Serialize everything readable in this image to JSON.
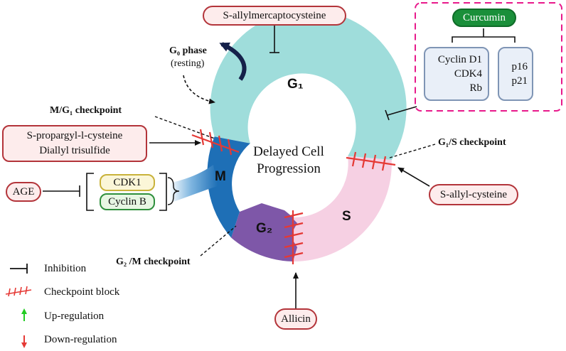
{
  "diagram": {
    "center_title": [
      "Delayed Cell",
      "Progression"
    ],
    "phases": {
      "g1": "G₁",
      "s": "S",
      "g2": "G₂",
      "m": "M"
    },
    "g0": {
      "title": "G₀ phase",
      "subtitle": "(resting)"
    },
    "checkpoints": {
      "m_g1": "M/G₁ checkpoint",
      "g1_s": "G₁/S checkpoint",
      "g2_m": "G₂ /M checkpoint"
    },
    "compounds": {
      "sam": "S-allylmercaptocysteine",
      "spc": [
        "S-propargyl-l-cysteine",
        "Diallyl trisulfide"
      ],
      "sac": "S-allyl-cysteine",
      "allicin": "Allicin",
      "age": "AGE"
    },
    "curcumin": {
      "title": "Curcumin",
      "down": [
        "Cyclin D1",
        "CDK4",
        "Rb"
      ],
      "up": [
        "p16",
        "p21"
      ]
    },
    "cdk_complex": [
      "CDK1",
      "Cyclin B"
    ],
    "legend": {
      "inhibition": "Inhibition",
      "checkpoint_block": "Checkpoint block",
      "up": "Up-regulation",
      "down": "Down-regulation"
    },
    "colors": {
      "g1": "#9fdddb",
      "s": "#f6d0e3",
      "g2": "#7e57a8",
      "m": "#1e6fb6",
      "curcumin_green": "#1a8f3a",
      "hatch_red": "#e53935",
      "dash_magenta": "#e8198b",
      "up_green": "#22cc22",
      "down_red": "#e53935"
    }
  }
}
